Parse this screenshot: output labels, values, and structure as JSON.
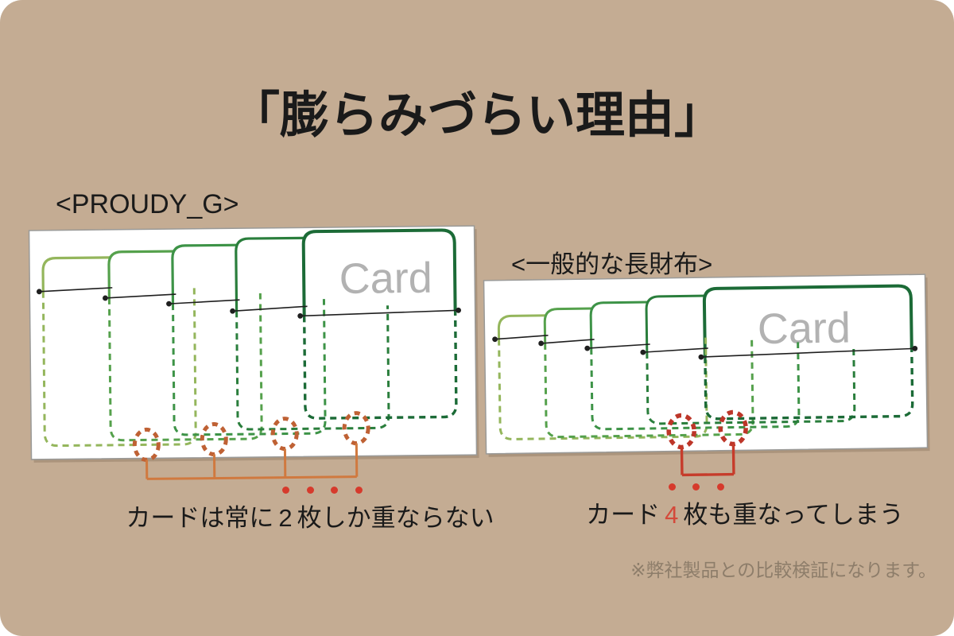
{
  "title": "「膨らみづらい理由」",
  "left_section": {
    "label": "<PROUDY_G>",
    "card_text": "Card",
    "caption": {
      "pre": "カードは常に",
      "num": "2",
      "emph_rest": "枚しか",
      "post": "重ならない",
      "emph_dots": 4
    }
  },
  "right_section": {
    "label": "<一般的な長財布>",
    "card_text": "Card",
    "caption": {
      "pre": "カード",
      "num": "4",
      "emph_rest": "枚も",
      "post": "重なってしまう",
      "emph_dots": 3
    }
  },
  "footnote": "※弊社製品との比較検証になります。",
  "colors": {
    "bg": "#c4ac93",
    "panel_border": "#9a9a98",
    "g1": "#94b65c",
    "g2": "#55a14c",
    "g3": "#3d9347",
    "g4": "#2a7e3c",
    "g5": "#1c6b37",
    "card_label_gray": "#b2b2b2",
    "line_black": "#1f1f1f",
    "orange_circle": "#bf6134",
    "orange_bracket": "#d0793f",
    "red_circle": "#bd3629",
    "red_bracket": "#c63c2b",
    "red_dot": "#d63a2c",
    "red_num": "#d4493a",
    "footnote_color": "#8d7d6a",
    "text_black": "#1a1a1a"
  }
}
